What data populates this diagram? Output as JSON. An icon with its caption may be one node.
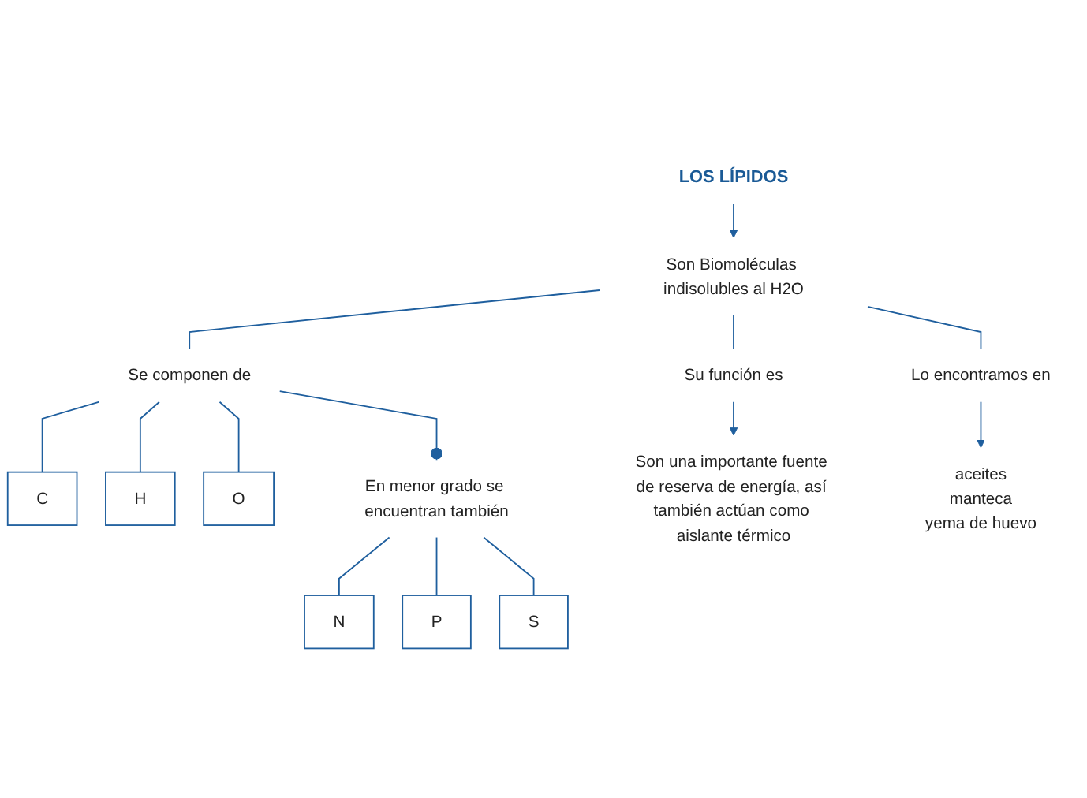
{
  "diagram": {
    "nodes": [
      {
        "text": [
          "LOS LÍPIDOS"
        ]
      },
      {
        "text": [
          "Son Biomoléculas indisolubles al H2O"
        ]
      },
      {
        "text": [
          "Se componen de"
        ]
      },
      {
        "text": [
          "Su función es"
        ]
      },
      {
        "text": [
          "Lo encontramos en"
        ]
      },
      {
        "text": [
          "C"
        ]
      },
      {
        "text": [
          "H"
        ]
      },
      {
        "text": [
          "O"
        ]
      },
      {
        "text": [
          "Son una importante fuente de reserva de energía, así también actúan como aislante térmico"
        ]
      },
      {
        "text": [
          "aceites",
          "manteca",
          "yema de huevo"
        ]
      },
      {
        "text": [
          "En menor grado se encuentran también"
        ]
      },
      {
        "text": [
          "N"
        ]
      },
      {
        "text": [
          "P"
        ]
      },
      {
        "text": [
          "S"
        ]
      }
    ],
    "edges": [
      {
        "from": 0,
        "to": 1,
        "arrow": "to"
      },
      {
        "from": 1,
        "to": 2,
        "arrow": "none"
      },
      {
        "from": 1,
        "to": 3,
        "arrow": "none"
      },
      {
        "from": 1,
        "to": 4,
        "arrow": "none"
      },
      {
        "from": 2,
        "to": 5,
        "arrow": "none"
      },
      {
        "from": 2,
        "to": 6,
        "arrow": "none"
      },
      {
        "from": 2,
        "to": 7,
        "arrow": "none"
      },
      {
        "from": 3,
        "to": 8,
        "arrow": "to"
      },
      {
        "from": 4,
        "to": 9,
        "arrow": "to"
      },
      {
        "from": 2,
        "to": 10,
        "arrow": "other"
      },
      {
        "from": 10,
        "to": 11,
        "arrow": "none"
      },
      {
        "from": 10,
        "to": 12,
        "arrow": "none"
      },
      {
        "from": 10,
        "to": 13,
        "arrow": "none"
      }
    ]
  }
}
